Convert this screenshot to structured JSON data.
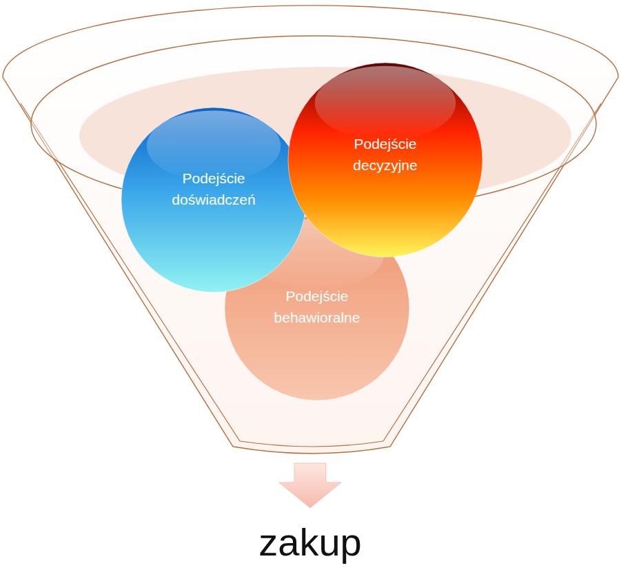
{
  "diagram": {
    "nodes": [
      {
        "text": [
          "Podejście doświadczeń"
        ]
      },
      {
        "text": [
          "Podejście decyzyjne"
        ]
      },
      {
        "text": [
          "Podejście behawioralne"
        ]
      }
    ],
    "labels": [
      "zakup"
    ]
  }
}
